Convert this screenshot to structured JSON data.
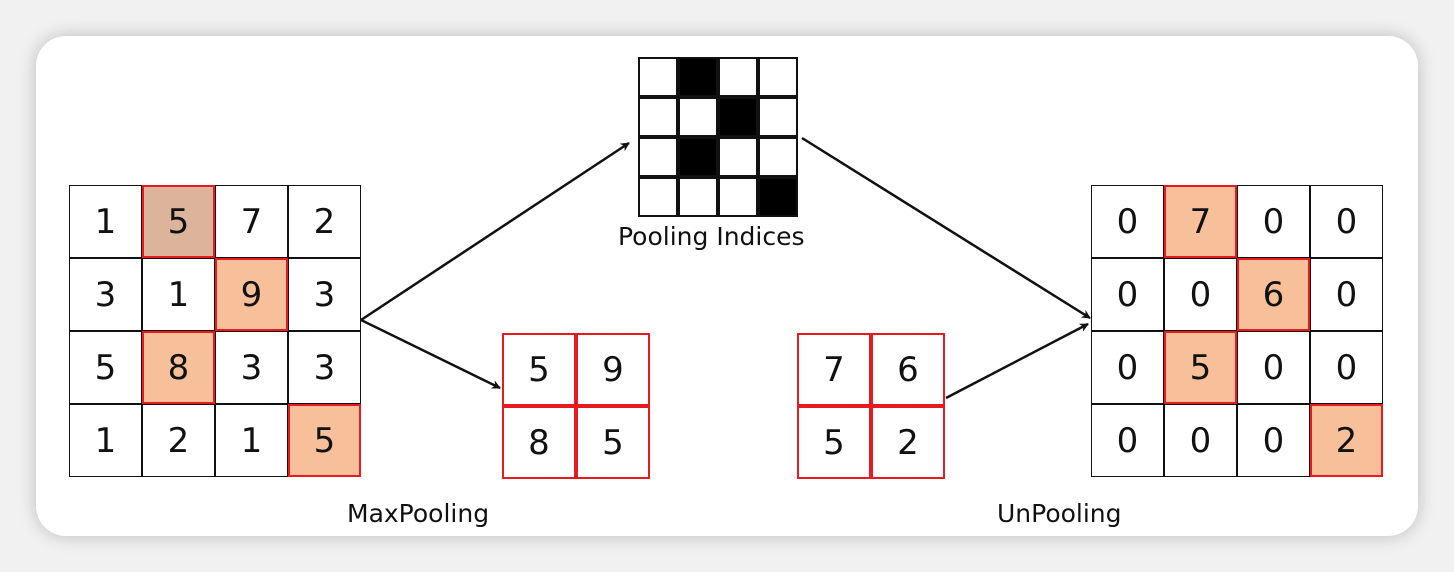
{
  "colors": {
    "black_line": "#111111",
    "red_line": "#e8191f",
    "highlight_fill": "#f8c09a",
    "highlight_fill_first": "#dcb49c",
    "index_active": "#000000",
    "index_empty": "#ffffff"
  },
  "input_matrix": {
    "values": [
      [
        1,
        5,
        7,
        2
      ],
      [
        3,
        1,
        9,
        3
      ],
      [
        5,
        8,
        3,
        3
      ],
      [
        1,
        2,
        1,
        5
      ]
    ],
    "highlighted": [
      [
        0,
        1
      ],
      [
        1,
        2
      ],
      [
        2,
        1
      ],
      [
        3,
        3
      ]
    ]
  },
  "pooled_matrix": {
    "values": [
      [
        5,
        9
      ],
      [
        8,
        5
      ]
    ]
  },
  "indices_matrix": {
    "active": [
      [
        0,
        1
      ],
      [
        1,
        2
      ],
      [
        2,
        1
      ],
      [
        3,
        3
      ]
    ]
  },
  "indices_label": "Pooling Indices",
  "unpool_input": {
    "values": [
      [
        7,
        6
      ],
      [
        5,
        2
      ]
    ]
  },
  "output_matrix": {
    "values": [
      [
        0,
        7,
        0,
        0
      ],
      [
        0,
        0,
        6,
        0
      ],
      [
        0,
        5,
        0,
        0
      ],
      [
        0,
        0,
        0,
        2
      ]
    ],
    "highlighted": [
      [
        0,
        1
      ],
      [
        1,
        2
      ],
      [
        2,
        1
      ],
      [
        3,
        3
      ]
    ]
  },
  "labels": {
    "maxpooling": "MaxPooling",
    "unpooling": "UnPooling"
  }
}
